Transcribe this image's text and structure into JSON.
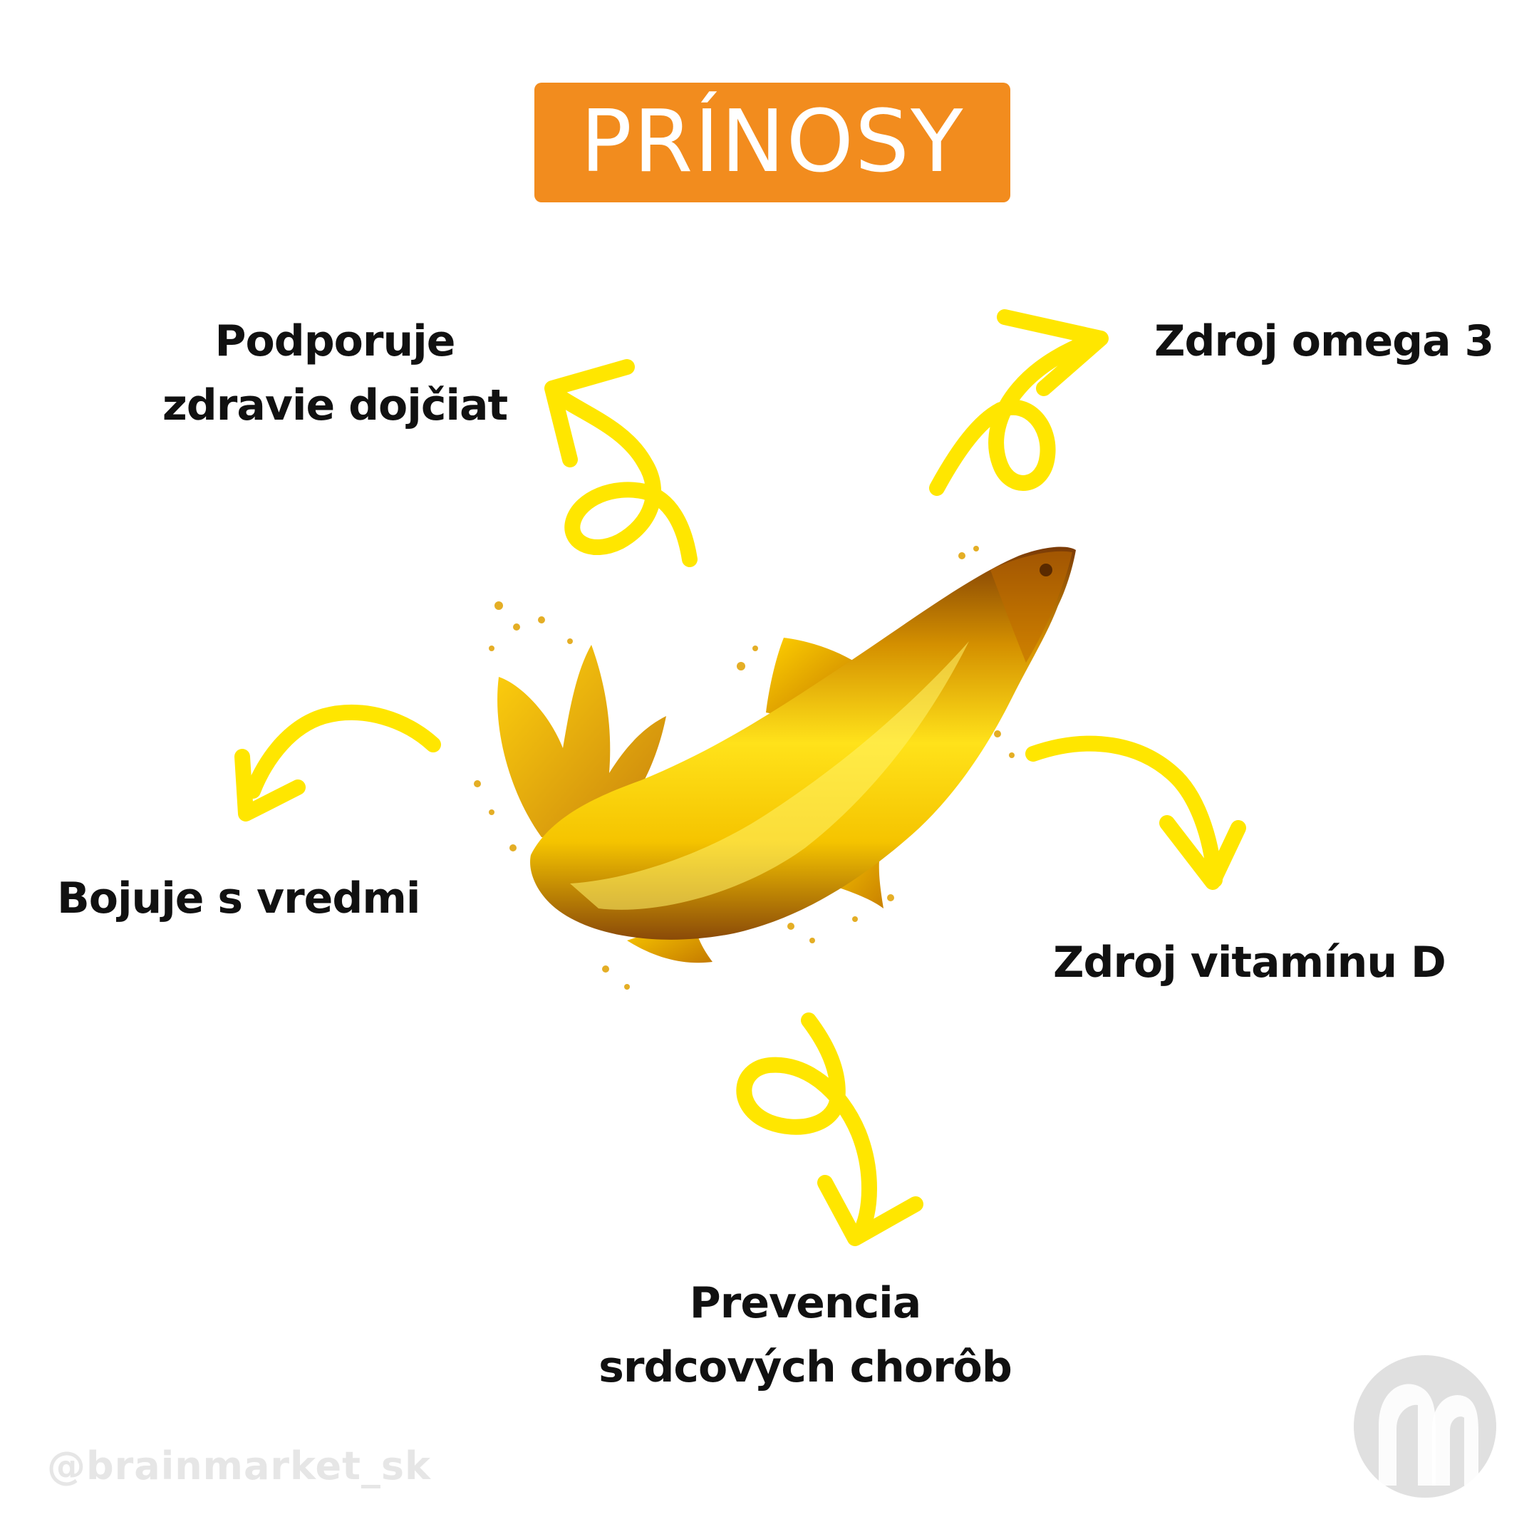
{
  "title": "PRÍNOSY",
  "colors": {
    "title_bg": "#f28c1e",
    "arrow": "#ffe600",
    "fish_light": "#ffe21a",
    "fish_dark": "#7a3a06",
    "logo_gray": "#e0e0e0"
  },
  "benefits": {
    "top_left": {
      "line1": "Podporuje",
      "line2": "zdravie dojčiat"
    },
    "top_right": {
      "line1": "Zdroj omega 3"
    },
    "left": {
      "line1": "Bojuje s vredmi"
    },
    "right": {
      "line1": "Zdroj vitamínu D"
    },
    "bottom": {
      "line1": "Prevencia",
      "line2": "srdcových chorôb"
    }
  },
  "footer": {
    "handle": "@brainmarket_sk"
  },
  "icons": {
    "logo": "brainmarket-logo-icon",
    "fish": "oil-fish-illustration"
  }
}
